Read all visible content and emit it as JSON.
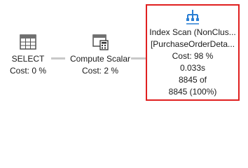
{
  "plan": {
    "select_op": {
      "name": "SELECT",
      "cost": "Cost: 0 %"
    },
    "compute_scalar_op": {
      "name": "Compute Scalar",
      "cost": "Cost: 2 %"
    },
    "index_scan_op": {
      "name": "Index  Scan (NonClus...",
      "object": "[PurchaseOrderDeta...",
      "cost": "Cost: 98 %",
      "time": "0.033s",
      "rows_actual": "8845 of",
      "rows_estimated": "8845 (100%)"
    },
    "highlight_color": "#e02020",
    "icons": {
      "select": "table-grid-icon",
      "compute_scalar": "calculator-icon",
      "index_scan": "index-scan-tree-icon"
    }
  }
}
